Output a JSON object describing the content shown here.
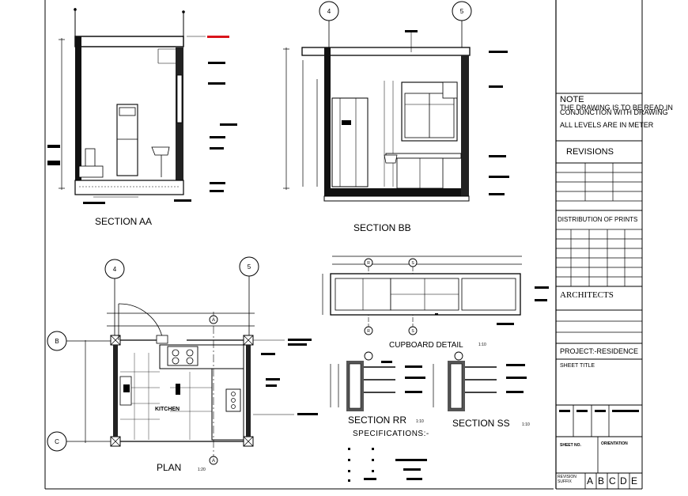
{
  "sections": {
    "aa": "SECTION AA",
    "bb": "SECTION BB",
    "rr": "SECTION RR",
    "rr_scale": "1:10",
    "ss": "SECTION SS",
    "ss_scale": "1:10"
  },
  "cupboard": {
    "title": "CUPBOARD DETAIL",
    "scale": "1:10"
  },
  "plan": {
    "title": "PLAN",
    "scale": "1:20",
    "room": "KITCHEN"
  },
  "specifications": {
    "title": "SPECIFICATIONS:-"
  },
  "grid_markers": [
    "4",
    "5",
    "A",
    "B",
    "C"
  ],
  "title_block": {
    "note_title": "NOTE",
    "note_line1": "THE DRAWING IS TO BE READ IN",
    "note_line2": "CONJUNCTION WITH DRAWING",
    "note_line3": "ALL LEVELS ARE IN METER",
    "revisions": "REVISIONS",
    "distribution": "DISTRIBUTION OF PRINTS",
    "architects": "ARCHITECTS",
    "project": "PROJECT:-RESIDENCE",
    "sheet_title": "SHEET TITLE",
    "sheet_no": "SHEET NO.",
    "orientation": "ORIENTATION",
    "revision_label1": "REVISION",
    "revision_label2": "SUFFIX",
    "suffixes": [
      "A",
      "B",
      "C",
      "D",
      "E"
    ]
  }
}
